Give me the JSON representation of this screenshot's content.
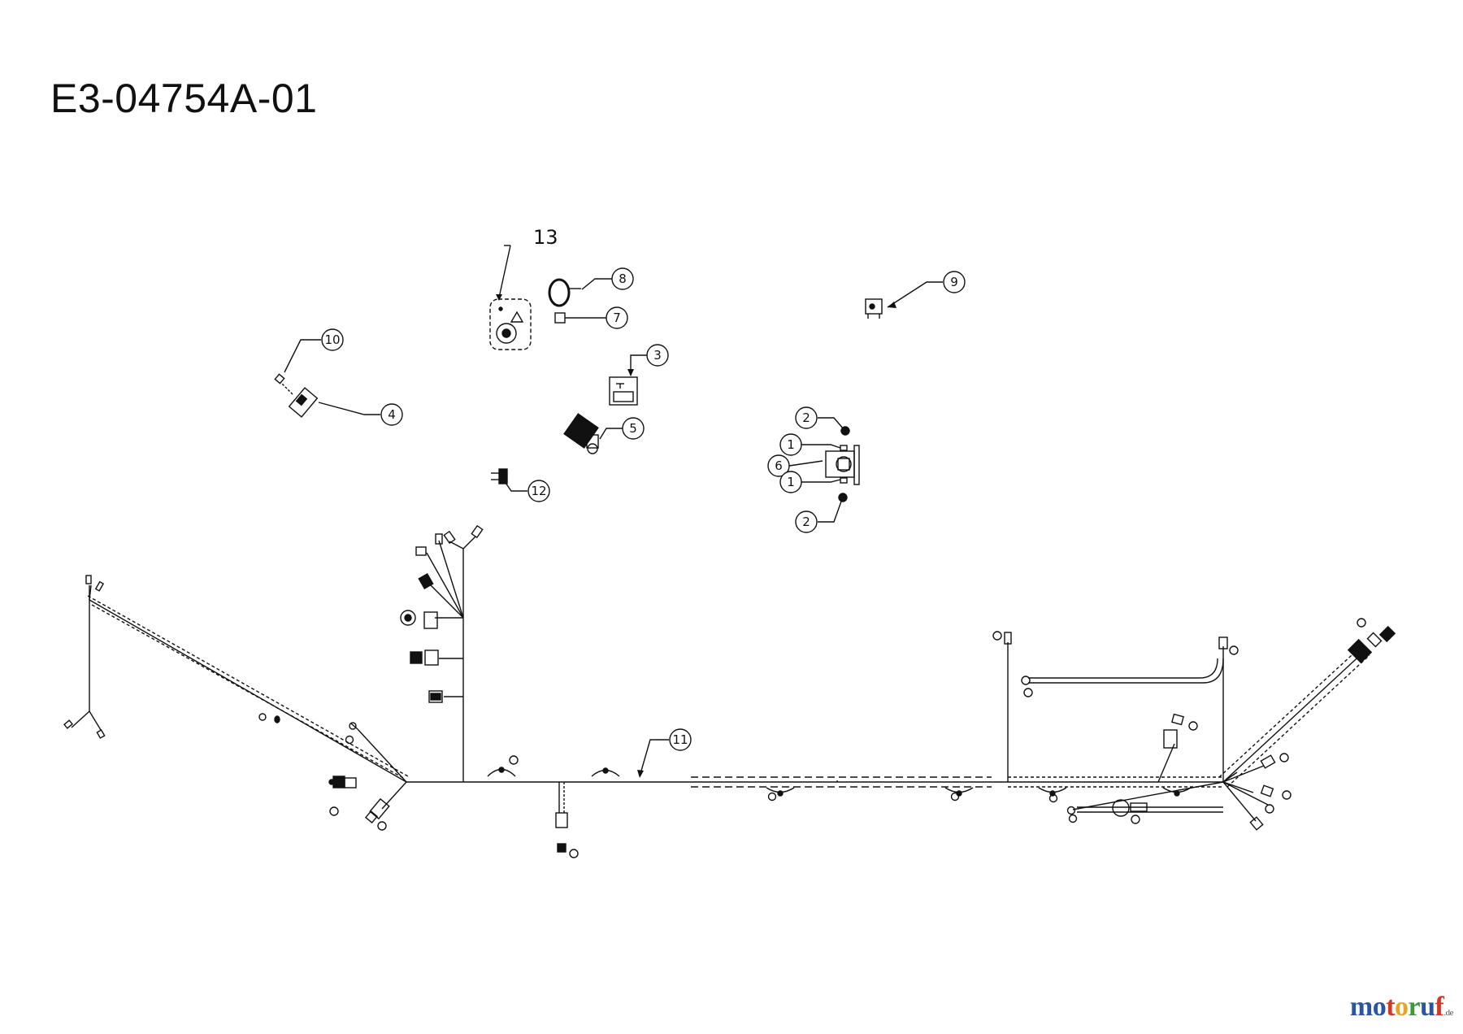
{
  "drawing": {
    "title": "E3-04754A-01",
    "label_13": "13"
  },
  "callouts": [
    {
      "label": "8"
    },
    {
      "label": "7"
    },
    {
      "label": "9"
    },
    {
      "label": "10"
    },
    {
      "label": "3"
    },
    {
      "label": "4"
    },
    {
      "label": "5"
    },
    {
      "label": "2"
    },
    {
      "label": "1"
    },
    {
      "label": "6"
    },
    {
      "label": "1"
    },
    {
      "label": "2"
    },
    {
      "label": "12"
    },
    {
      "label": "11"
    }
  ],
  "watermark": {
    "letters": [
      "m",
      "o",
      "t",
      "o",
      "r",
      "u",
      "f"
    ],
    "colors": [
      "#2a55a5",
      "#2a55a5",
      "#d2382a",
      "#e7a424",
      "#3c9a3c",
      "#2a55a5",
      "#d2382a"
    ],
    "suffix": ".de"
  }
}
